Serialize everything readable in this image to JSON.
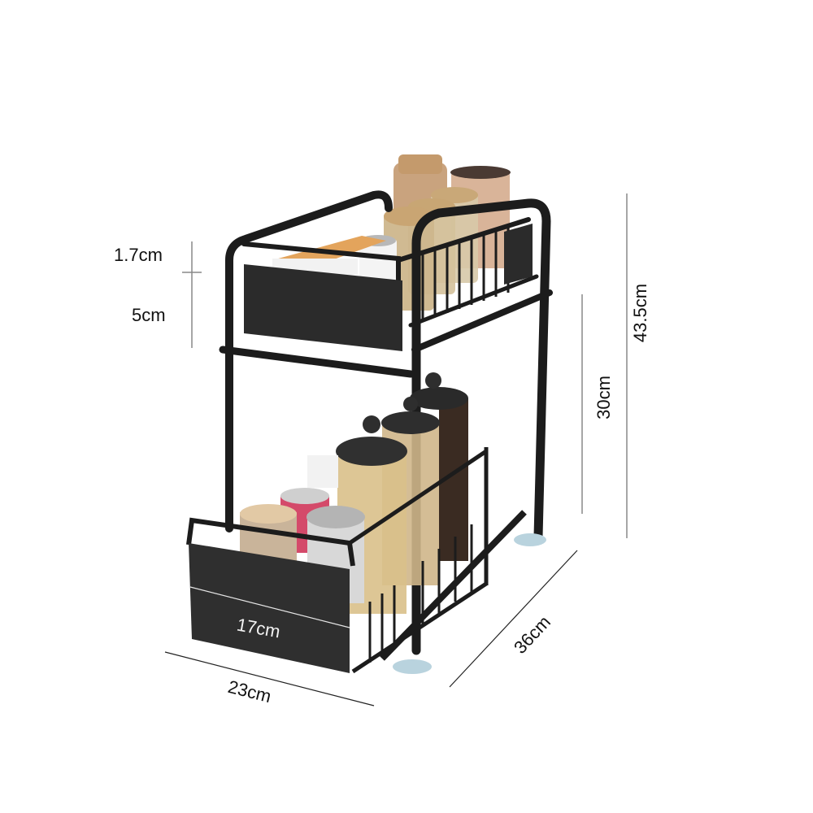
{
  "product": {
    "name": "two-tier pull-out storage rack",
    "frame_color": "#1c1c1c",
    "panel_color": "#2a2a2a",
    "foot_color": "#b9d3de"
  },
  "dimensions": {
    "rail_height": "1.7cm",
    "panel_height": "5cm",
    "total_height": "43.5cm",
    "lower_height": "30cm",
    "depth": "36cm",
    "width": "23cm",
    "basket_height": "17cm"
  }
}
